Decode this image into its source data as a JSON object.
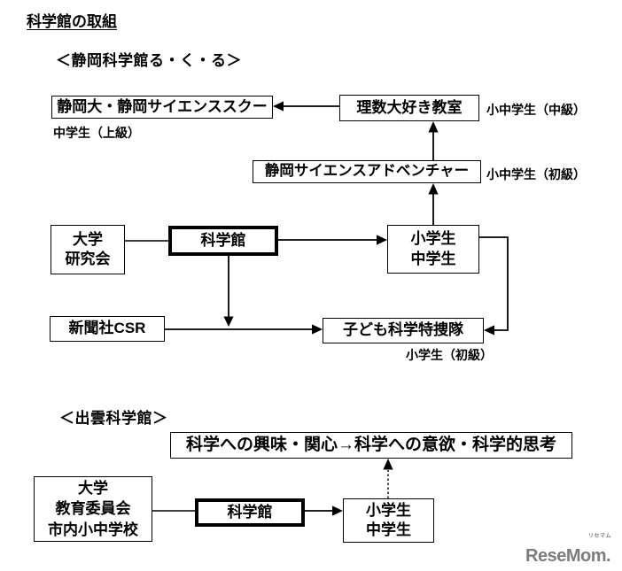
{
  "title": "科学館の取組",
  "shizuoka": {
    "heading": "＜静岡科学館る・く・る＞",
    "box_science_school": "静岡大・静岡サイエンススクー",
    "label_jhs_advanced": "中学生（上級）",
    "box_risu_class": "理数大好き教室",
    "label_es_jhs_mid": "小中学生（中級）",
    "box_adventure": "静岡サイエンスアドベンチャー",
    "label_es_jhs_beginner": "小中学生（初級）",
    "box_university": "大学\n研究会",
    "box_museum": "科学館",
    "box_students": "小学生\n中学生",
    "box_newspaper": "新聞社CSR",
    "box_kids_squad": "子ども科学特捜隊",
    "label_es_beginner": "小学生（初級）"
  },
  "izumo": {
    "heading": "＜出雲科学館＞",
    "box_outcome": "科学への興味・関心→科学への意欲・科学的思考",
    "box_partners": "大学\n教育委員会\n市内小中学校",
    "box_museum": "科学館",
    "box_students": "小学生\n中学生"
  },
  "logo": {
    "text": "ReseMom.",
    "ruby": "リセマム",
    "color": "#7d7d7d"
  },
  "colors": {
    "line": "#000000",
    "background": "#ffffff"
  }
}
